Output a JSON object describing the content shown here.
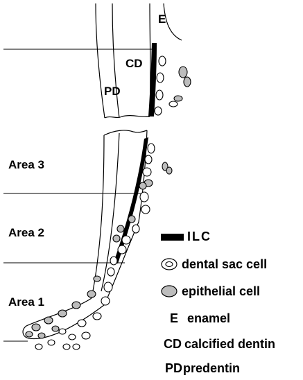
{
  "labels": {
    "enamel_short": "E",
    "calcified_dentin_short": "CD",
    "predentin_short": "PD",
    "area3": "Area 3",
    "area2": "Area 2",
    "area1": "Area 1"
  },
  "legend": {
    "ilc": "ILC",
    "dental_sac_cell": "dental sac cell",
    "epithelial_cell": "epithelial cell",
    "enamel_code": "E",
    "enamel": "enamel",
    "calcified_dentin_code": "CD",
    "calcified_dentin": "calcified dentin",
    "predentin_code": "PD",
    "predentin": "predentin"
  }
}
